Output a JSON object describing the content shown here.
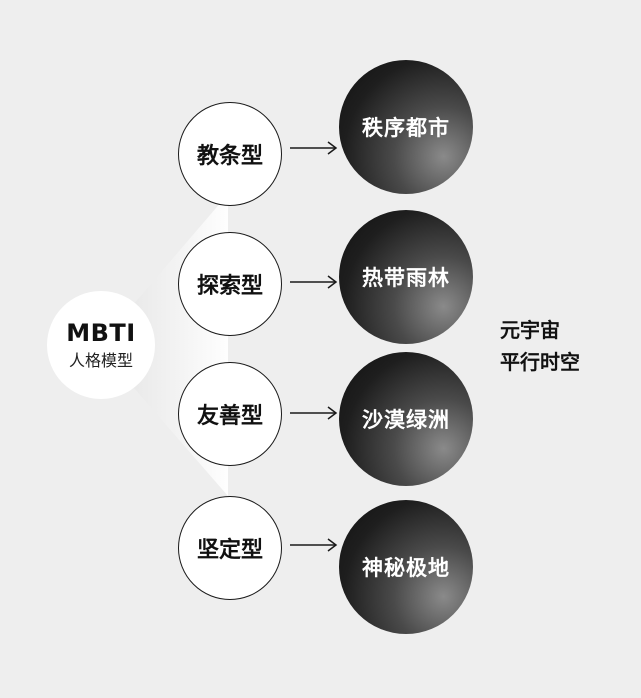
{
  "root": {
    "title": "MBTI",
    "subtitle": "人格模型"
  },
  "rows": [
    {
      "type": "教条型",
      "world": "秩序都市"
    },
    {
      "type": "探索型",
      "world": "热带雨林"
    },
    {
      "type": "友善型",
      "world": "沙漠绿洲"
    },
    {
      "type": "坚定型",
      "world": "神秘极地"
    }
  ],
  "side_label": {
    "line1": "元宇宙",
    "line2": "平行时空"
  },
  "colors": {
    "background": "#eeeeee",
    "stroke": "#1a1a1a",
    "world_fill": "#1e1e1e",
    "world_text": "#ffffff"
  }
}
